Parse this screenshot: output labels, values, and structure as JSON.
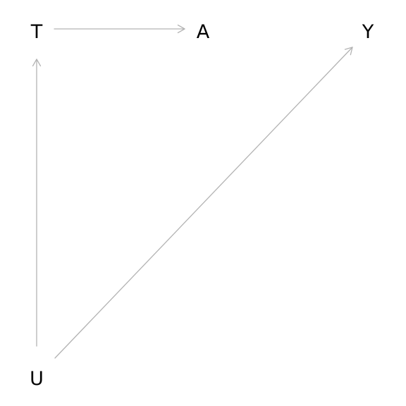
{
  "nodes": [
    {
      "id": "T",
      "label": "T"
    },
    {
      "id": "A",
      "label": "A"
    },
    {
      "id": "Y",
      "label": "Y"
    },
    {
      "id": "U",
      "label": "U"
    }
  ],
  "edges": [
    {
      "from": "T",
      "to": "A"
    },
    {
      "from": "U",
      "to": "T"
    },
    {
      "from": "U",
      "to": "Y"
    }
  ],
  "colors": {
    "edge": "#b3b3b3",
    "label": "#000000",
    "background": "#ffffff"
  }
}
